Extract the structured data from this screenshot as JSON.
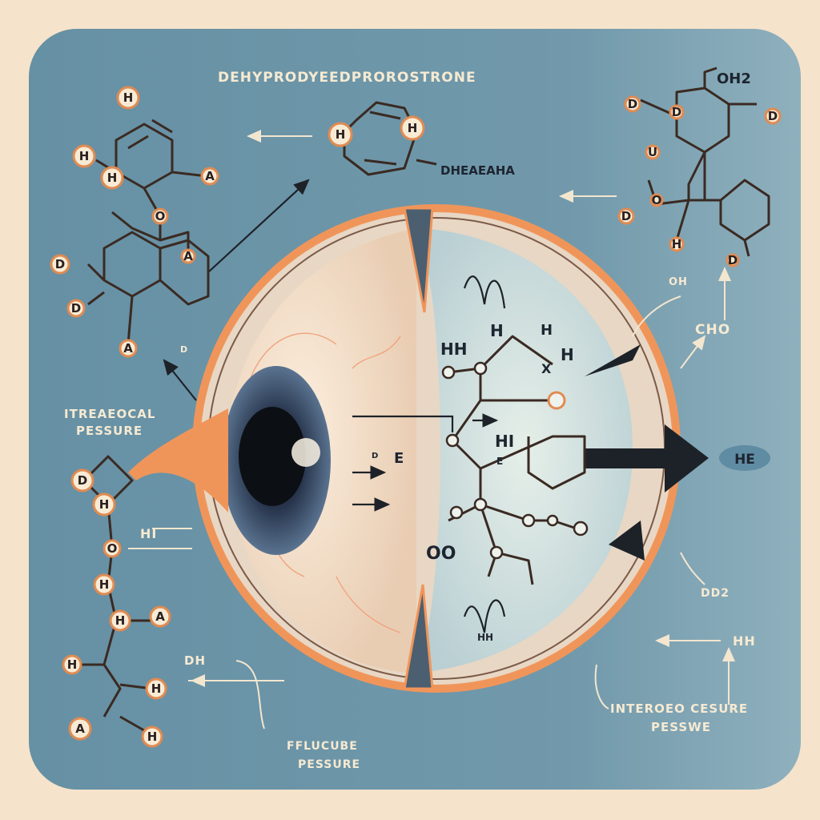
{
  "title": "DEHYPRODYEEDPROROSTRONE",
  "labels": {
    "dheaeaha": "DHEAEAHA",
    "oh2": "OH2",
    "oh": "OH",
    "cho": "CHO",
    "left_pressure_line1": "ITREAEOCAL",
    "left_pressure_line2": "PESSURE",
    "output_badge": "HE",
    "dd2": "DD2",
    "hh_right": "HH",
    "bottom_right_line1": "INTEROEO CESURE",
    "bottom_right_line2": "PESSWE",
    "bottom_center_line1": "FFLUCUBE",
    "bottom_center_line2": "PESSURE",
    "dh": "DH",
    "hi_left": "HI",
    "d_small": "D"
  },
  "lens_molecule": {
    "hh": "HH",
    "h1": "H",
    "h2": "H",
    "h3": "H",
    "hi": "HI",
    "e1": "E",
    "e2": "E",
    "oo": "OO",
    "hh_bottom": "HH",
    "x": "X",
    "d": "D"
  },
  "atoms": {
    "top_left": [
      "H",
      "H",
      "H",
      "A",
      "O",
      "D",
      "D",
      "A",
      "A"
    ],
    "top_center": [
      "H",
      "H"
    ],
    "top_right": [
      "D",
      "D",
      "U",
      "D",
      "D",
      "H",
      "O",
      "D"
    ],
    "left_chain": [
      "D",
      "H",
      "O",
      "H",
      "H",
      "A",
      "H",
      "H",
      "A",
      "H"
    ]
  },
  "colors": {
    "background": "#f5e3cb",
    "panel": "#6b95a8",
    "orange": "#f0955a",
    "iris": "#3d4f68"
  }
}
